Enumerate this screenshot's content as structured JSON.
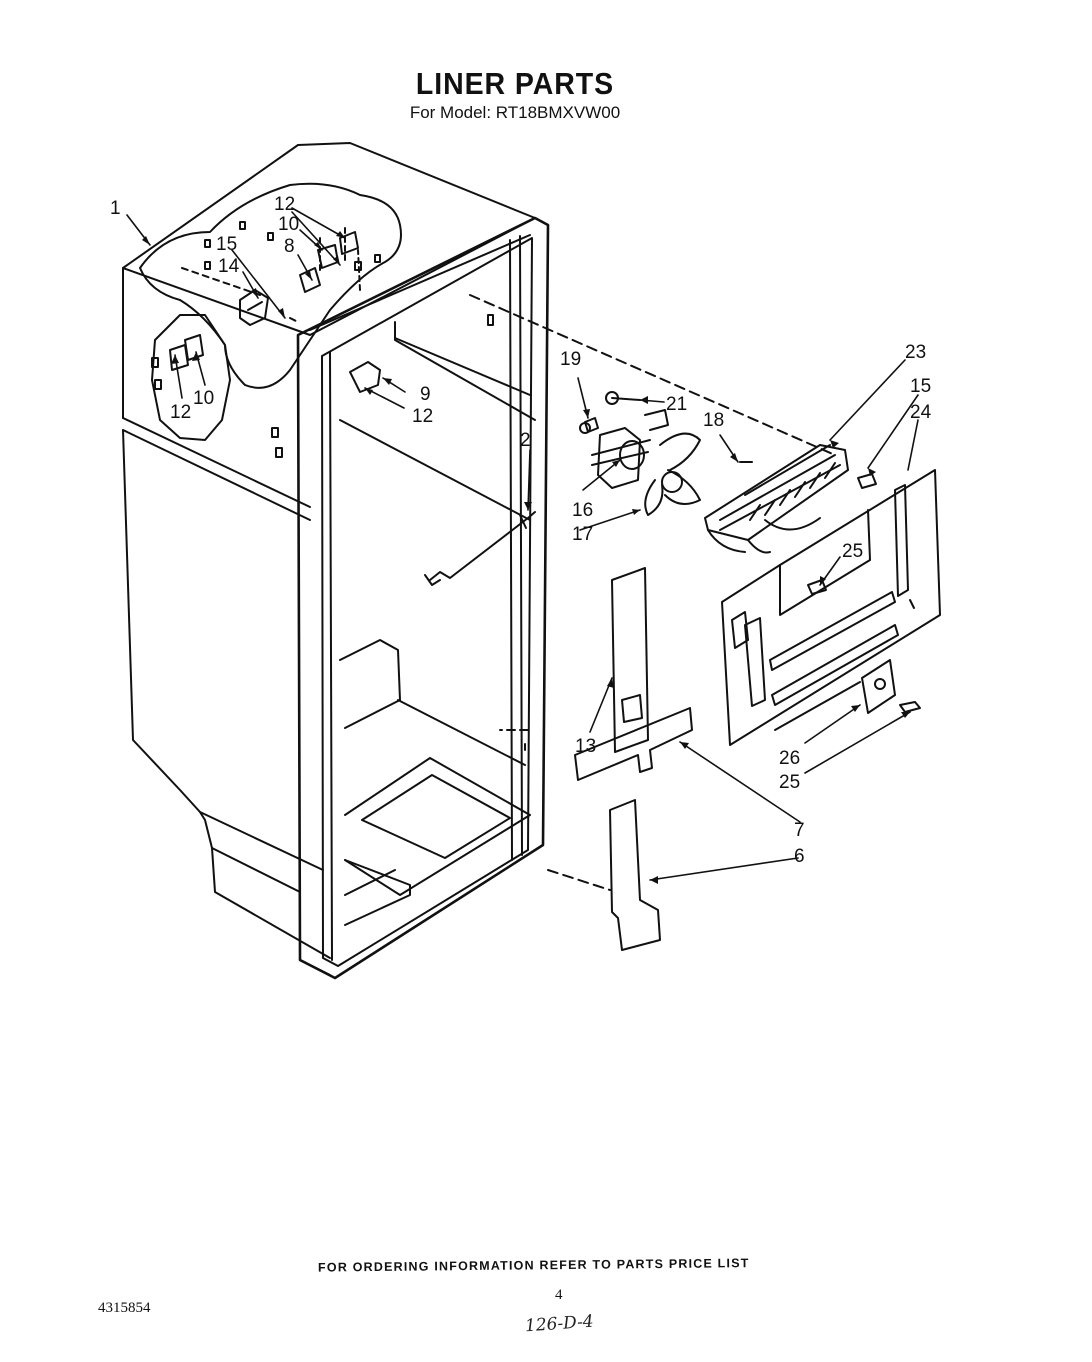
{
  "title": "LINER PARTS",
  "subtitle": "For Model: RT18BMXVW00",
  "footer": {
    "ordering_note": "FOR ORDERING INFORMATION REFER TO PARTS PRICE LIST",
    "page_number": "4",
    "document_number": "4315854",
    "handwritten_note": "126-D-4"
  },
  "callouts": {
    "c1": "1",
    "c12a": "12",
    "c10a": "10",
    "c15a": "15",
    "c8": "8",
    "c14": "14",
    "c12b": "12",
    "c10b": "10",
    "c9": "9",
    "c12c": "12",
    "c19": "19",
    "c21": "21",
    "c18": "18",
    "c2": "2",
    "c16": "16",
    "c17": "17",
    "c23": "23",
    "c15b": "15",
    "c24": "24",
    "c25a": "25",
    "c13": "13",
    "c26": "26",
    "c25b": "25",
    "c7": "7",
    "c6": "6"
  }
}
